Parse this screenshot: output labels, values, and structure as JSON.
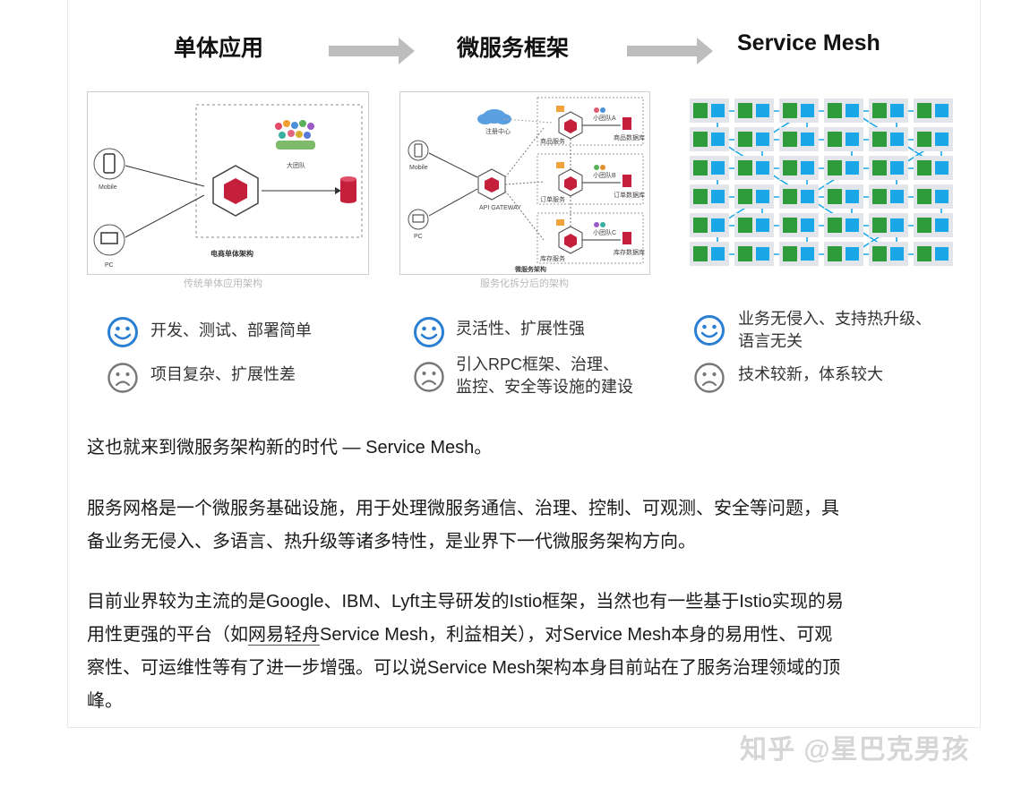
{
  "stages": {
    "monolith_title": "单体应用",
    "micro_title": "微服务框架",
    "mesh_title": "Service Mesh"
  },
  "diagrams": {
    "monolith": {
      "caption": "传统单体应用架构",
      "mobile": "Mobile",
      "pc": "PC",
      "team": "大团队",
      "label": "电商单体架构"
    },
    "micro": {
      "caption": "服务化拆分后的架构",
      "registry": "注册中心",
      "mobile": "Mobile",
      "pc": "PC",
      "gateway": "API GATEWAY",
      "team_a": "小团队A",
      "team_b": "小团队B",
      "team_c": "小团队C",
      "svc1": "商品服务",
      "svc2": "订单服务",
      "svc3": "库存服务",
      "db1": "商品数据库",
      "db2": "订单数据库",
      "db3": "库存数据库",
      "label": "微服务架构"
    }
  },
  "pros_cons": {
    "monolith": {
      "pro": "开发、测试、部署简单",
      "con": "项目复杂、扩展性差"
    },
    "micro": {
      "pro": "灵活性、扩展性强",
      "con_1": "引入RPC框架、治理、",
      "con_2": "监控、安全等设施的建设"
    },
    "mesh": {
      "pro_1": "业务无侵入、支持热升级、",
      "pro_2": "语言无关",
      "con": "技术较新，体系较大"
    }
  },
  "body": {
    "p1": "这也就来到微服务架构新的时代 — Service Mesh。",
    "p2_line1": "服务网格是一个微服务基础设施，用于处理微服务通信、治理、控制、可观测、安全等问题，具",
    "p2_line2": "备业务无侵入、多语言、热升级等诸多特性，是业界下一代微服务架构方向。",
    "p3_line1": "目前业界较为主流的是Google、IBM、Lyft主导研发的Istio框架，当然也有一些基于Istio实现的易",
    "p3_line2_pre": "用性更强的平台（如",
    "p3_link": "网易轻舟",
    "p3_line2_post": "Service Mesh，利益相关），对Service Mesh本身的易用性、可观",
    "p3_line3": "察性、可运维性等有了进一步增强。可以说Service Mesh架构本身目前站在了服务治理领域的顶",
    "p3_line4": "峰。"
  },
  "watermark": "知乎 @星巴克男孩",
  "colors": {
    "accent_blue": "#2a7fd4",
    "cube_red": "#c41f3b",
    "mesh_green": "#2e9c3a",
    "mesh_blue": "#1aa7e8",
    "face_gray": "#777777"
  }
}
